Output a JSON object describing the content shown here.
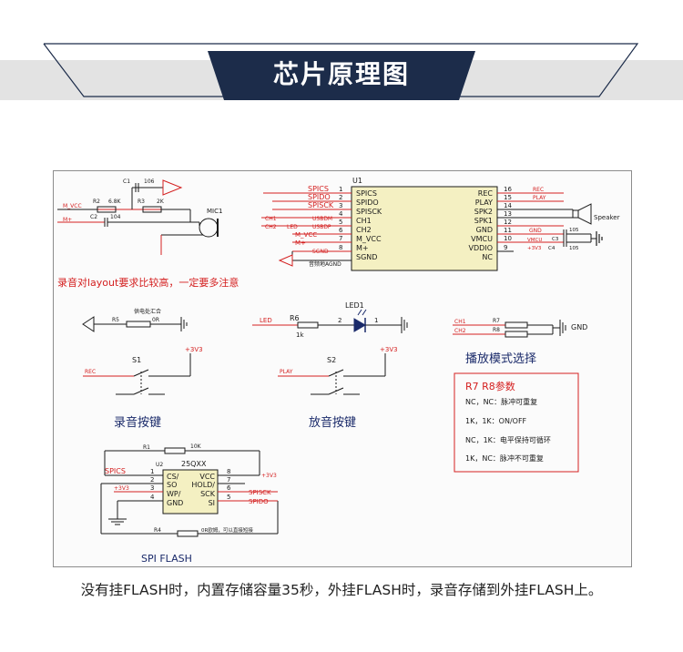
{
  "header": {
    "title": "芯片原理图",
    "color_navy": "#1c2c4a",
    "color_band": "#e3e3e3"
  },
  "schematic": {
    "colors": {
      "wire_black": "#1a1a1a",
      "wire_red": "#d42020",
      "text_blue": "#1a2a6a"
    },
    "u1": {
      "ref": "U1",
      "left_pins": [
        {
          "num": "1",
          "name": "SPICS",
          "net": "SPICS"
        },
        {
          "num": "2",
          "name": "SPIDO",
          "net": "SPIDO"
        },
        {
          "num": "3",
          "name": "SPISCK",
          "net": "SPISCK"
        },
        {
          "num": "4",
          "name": "CH1",
          "net": "USBDM",
          "net2": "CH1"
        },
        {
          "num": "5",
          "name": "CH2",
          "net": "USBDP",
          "net2": "CH2",
          "net3": "LED"
        },
        {
          "num": "6",
          "name": "M_VCC",
          "net": "M_VCC"
        },
        {
          "num": "7",
          "name": "M+",
          "net": "M+"
        },
        {
          "num": "8",
          "name": "SGND",
          "net": "SGND",
          "note": "音频地AGND"
        }
      ],
      "right_pins": [
        {
          "num": "16",
          "name": "REC",
          "net": "REC"
        },
        {
          "num": "15",
          "name": "PLAY",
          "net": "PLAY"
        },
        {
          "num": "14",
          "name": "SPK2",
          "net": ""
        },
        {
          "num": "13",
          "name": "SPK1",
          "net": ""
        },
        {
          "num": "12",
          "name": "GND",
          "net": "GND"
        },
        {
          "num": "11",
          "name": "VMCU",
          "net": "VMCU"
        },
        {
          "num": "10",
          "name": "VDDIO",
          "net": "+3V3"
        },
        {
          "num": "9",
          "name": "NC",
          "net": ""
        }
      ],
      "speaker_label": "Speaker",
      "c3": "C3",
      "c3_val": "105",
      "c4": "C4",
      "c4_val": "105"
    },
    "mic": {
      "c1": "C1",
      "c1_val": "106",
      "r2": "R2",
      "r2_val": "6.8K",
      "r3": "R3",
      "r3_val": "2K",
      "c2": "C2",
      "c2_val": "104",
      "net_mvcc": "M_VCC",
      "net_mplus": "M+",
      "mic_ref": "MIC1"
    },
    "layout_note": "录音对layout要求比较高，一定要多注意",
    "power_block": {
      "r5": "R5",
      "r5_val": "0R",
      "note": "供电处汇合"
    },
    "led_block": {
      "net": "LED",
      "r6": "R6",
      "r6_val": "1k",
      "led_ref": "LED1",
      "pin2": "2",
      "pin1": "1"
    },
    "mode_block": {
      "ch1": "CH1",
      "ch2": "CH2",
      "r7": "R7",
      "r8": "R8",
      "gnd": "GND",
      "title": "播放模式选择",
      "table_title": "R7  R8参数",
      "rows": [
        "NC，NC：脉冲可重复",
        "1K，1K：ON/OFF",
        "NC，1K：电平保持可循环",
        "1K，NC：脉冲不可重复"
      ]
    },
    "rec_switch": {
      "ref": "S1",
      "net": "REC",
      "supply": "+3V3",
      "label": "录音按键"
    },
    "play_switch": {
      "ref": "S2",
      "net": "PLAY",
      "supply": "+3V3",
      "label": "放音按键"
    },
    "flash": {
      "ref": "U2",
      "part": "25QXX",
      "r1": "R1",
      "r1_val": "10K",
      "r4": "R4",
      "r4_note": "0R欧姆，可以直接短接",
      "left_pins": [
        {
          "num": "1",
          "name": "CS/",
          "net": "SPICS"
        },
        {
          "num": "2",
          "name": "SO",
          "net": ""
        },
        {
          "num": "3",
          "name": "WP/",
          "net": "+3V3"
        },
        {
          "num": "4",
          "name": "GND",
          "net": ""
        }
      ],
      "right_pins": [
        {
          "num": "8",
          "name": "VCC",
          "net": "+3V3"
        },
        {
          "num": "7",
          "name": "HOLD/",
          "net": ""
        },
        {
          "num": "6",
          "name": "SCK",
          "net": "SPISCK"
        },
        {
          "num": "5",
          "name": "SI",
          "net": "SPIDO"
        }
      ],
      "label": "SPI FLASH"
    }
  },
  "caption": "没有挂FLASH时，内置存储容量35秒，外挂FLASH时，录音存储到外挂FLASH上。"
}
